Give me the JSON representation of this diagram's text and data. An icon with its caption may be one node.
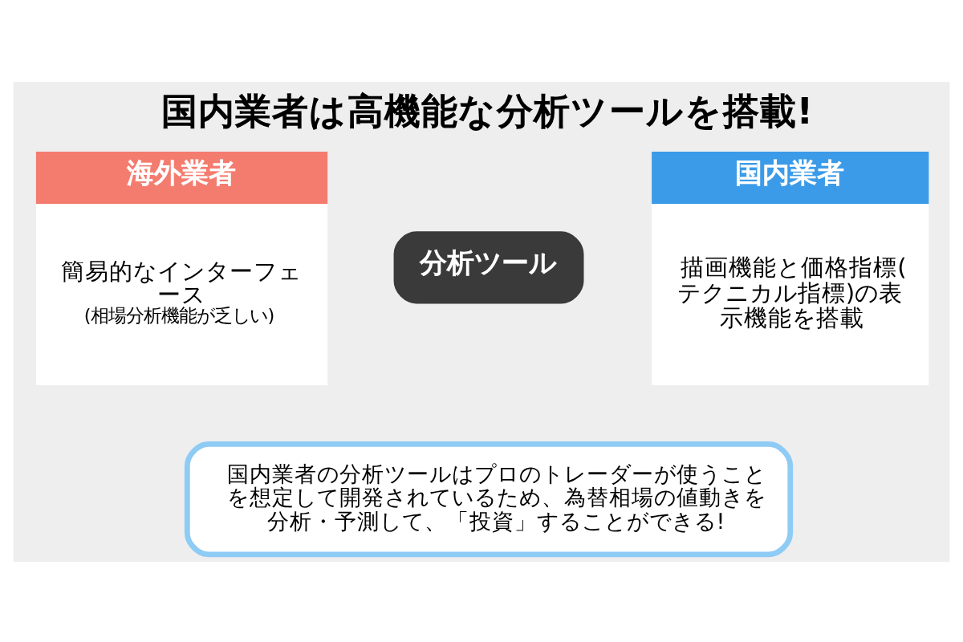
{
  "diagram": {
    "title": "国内業者は高機能な分析ツールを搭載!",
    "nodes": [
      {
        "text": [
          "海外業者",
          "簡易的なインターフェース",
          "(相場分析機能が乏しい)"
        ]
      },
      {
        "text": [
          "分析ツール"
        ]
      },
      {
        "text": [
          "国内業者",
          "描画機能と価格指標(テクニカル指標)の表示機能を搭載"
        ]
      },
      {
        "text": [
          "国内業者の分析ツールはプロのトレーダーが使うことを想定して開発されているため、為替相場の値動きを分析・予測して、「投資」することができる!"
        ]
      }
    ],
    "edges": []
  }
}
